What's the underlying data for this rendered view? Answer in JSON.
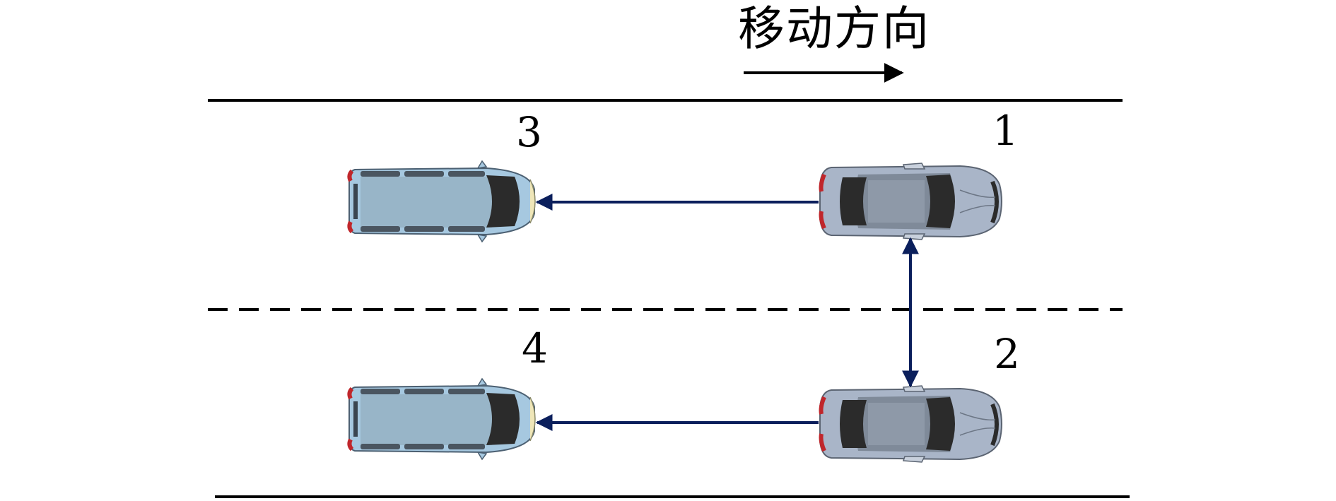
{
  "direction_label": "移动方向",
  "vehicles": [
    {
      "id": "car-1",
      "label": "1",
      "kind": "sedan"
    },
    {
      "id": "car-2",
      "label": "2",
      "kind": "sedan"
    },
    {
      "id": "van-3",
      "label": "3",
      "kind": "van"
    },
    {
      "id": "van-4",
      "label": "4",
      "kind": "van"
    }
  ],
  "links": [
    {
      "from": "1",
      "to": "3",
      "type": "one-way"
    },
    {
      "from": "2",
      "to": "4",
      "type": "one-way"
    },
    {
      "from": "1",
      "to": "2",
      "type": "two-way"
    }
  ],
  "colors": {
    "road_line": "#000000",
    "link_arrow": "#0b1f5c",
    "sedan_body": "#a9b5c8",
    "sedan_roof": "#8e99a8",
    "van_body": "#a6c8e0",
    "van_roof": "#98b5c8",
    "window": "#2b2b2b",
    "tail_light": "#c0262b"
  }
}
